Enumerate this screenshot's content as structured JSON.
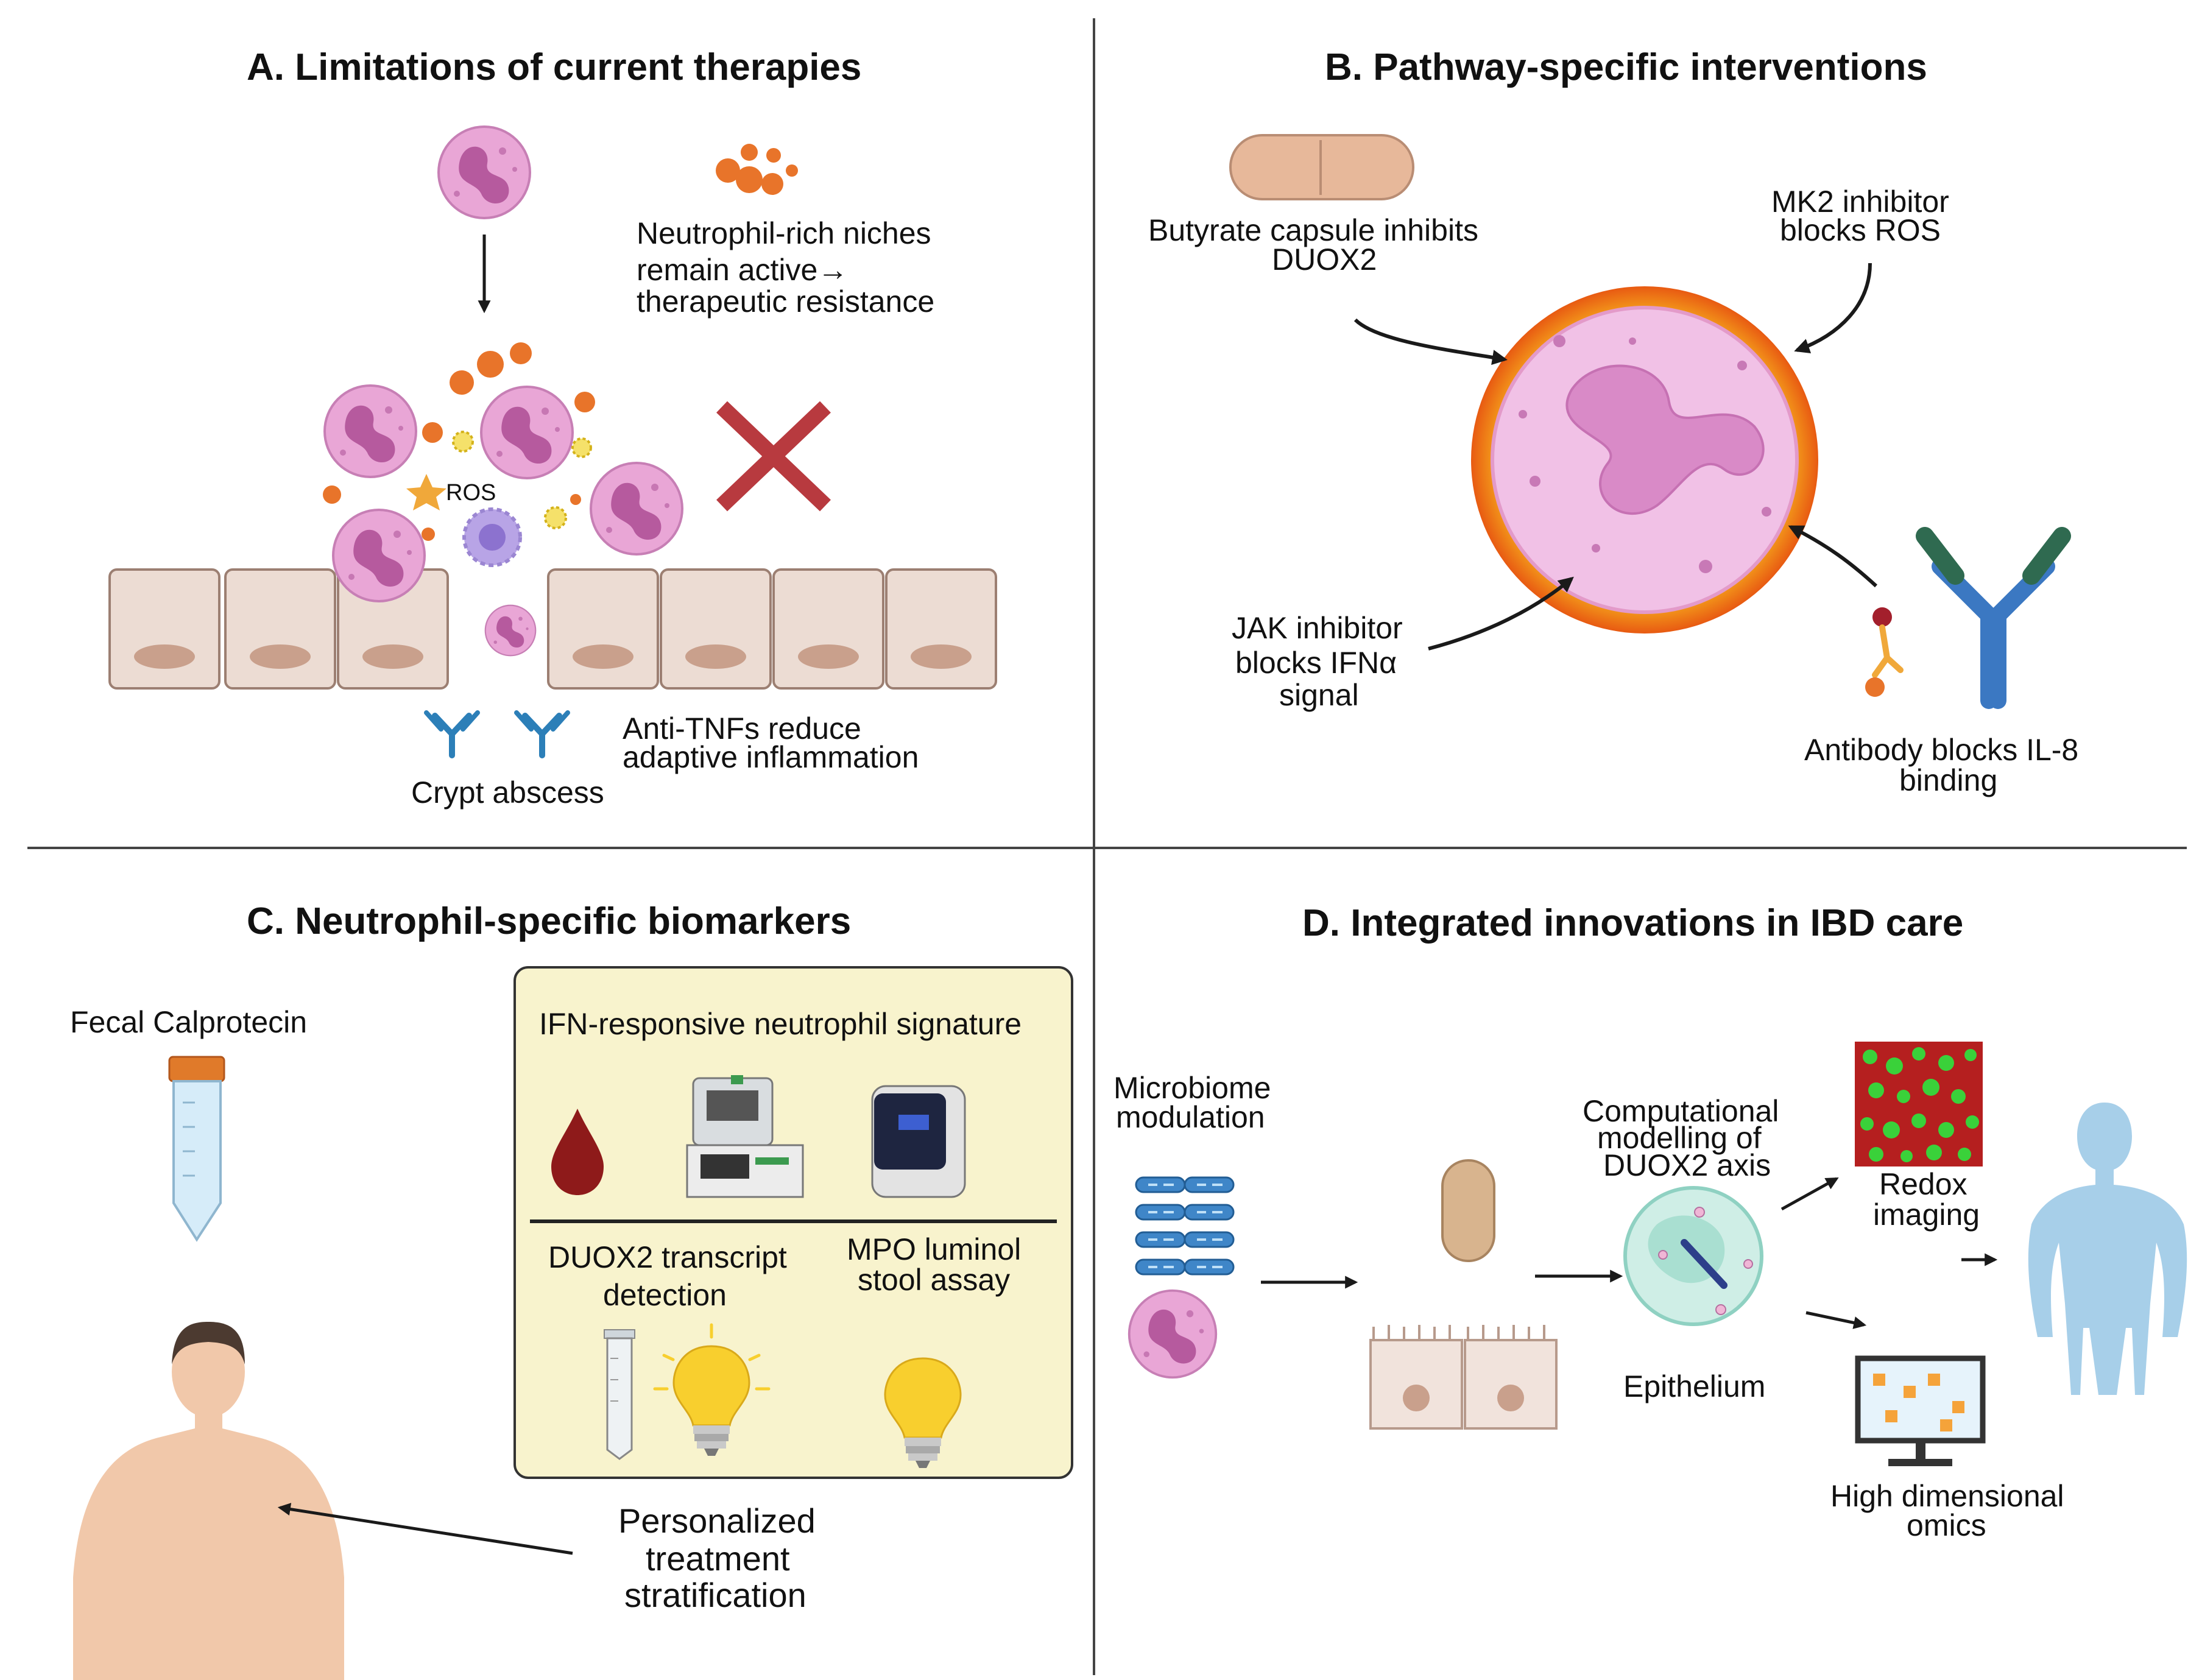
{
  "panel_a": {
    "title": "A. Limitations of current therapies",
    "niches_line1": "Neutrophil-rich niches",
    "niches_line2": "remain active→",
    "niches_line3": "therapeutic resistance",
    "ros_label": "ROS",
    "anti_tnf_line1": "Anti-TNFs reduce",
    "anti_tnf_line2": "adaptive inflammation",
    "crypt_abscess": "Crypt abscess"
  },
  "panel_b": {
    "title": "B. Pathway-specific interventions",
    "butyrate_line1": "Butyrate capsule inhibits",
    "butyrate_line2": "DUOX2",
    "mk2_line1": "MK2 inhibitor",
    "mk2_line2": "blocks ROS",
    "jak_line1": "JAK inhibitor",
    "jak_line2": "blocks IFNα",
    "jak_line3": "signal",
    "antibody_line1": "Antibody blocks IL-8",
    "antibody_line2": "binding"
  },
  "panel_c": {
    "title": "C. Neutrophil-specific biomarkers",
    "fecal_calprotecin": "Fecal Calprotecin",
    "ifn_signature": "IFN-responsive neutrophil signature",
    "duox2_line1": "DUOX2 transcript",
    "duox2_line2": "detection",
    "mpo_line1": "MPO luminol",
    "mpo_line2": "stool assay",
    "personalized_line1": "Personalized",
    "personalized_line2": "treatment",
    "personalized_line3": "stratification"
  },
  "panel_d": {
    "title": "D. Integrated innovations in IBD care",
    "microbiome_line1": "Microbiome",
    "microbiome_line2": "modulation",
    "computational_line1": "Computational",
    "computational_line2": "modelling of",
    "computational_line3": "DUOX2 axis",
    "redox_line1": "Redox",
    "redox_line2": "imaging",
    "epithelium": "Epithelium",
    "omics_line1": "High dimensional",
    "omics_line2": "omics"
  },
  "colors": {
    "neutrophil_fill": "#e9a6d6",
    "neutrophil_nucleus": "#b65a9e",
    "granule_orange": "#e8742a",
    "cross_red": "#b83a3f",
    "epithelium_fill": "#ecdcd3",
    "epithelium_nucleus": "#c9a08c",
    "antibody_blue": "#3b78c2",
    "antibody_green": "#2f6a50",
    "assay_box": "#f8f3cd",
    "blood_red": "#8e1a1a",
    "bulb_yellow": "#f8cf2e",
    "human_blue": "#a7cfe9",
    "skin": "#f1c8aa",
    "divider": "#444444"
  }
}
